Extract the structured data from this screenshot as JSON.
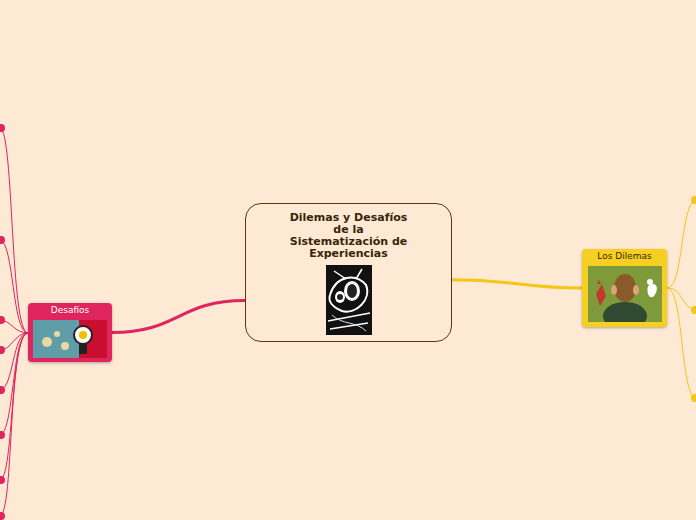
{
  "diagram": {
    "nodes": [
      {
        "text": [
          "Dilemas y Desafíos de la Sistematización de Experiencias"
        ]
      },
      {
        "text": [
          "Desafíos"
        ]
      },
      {
        "text": [
          "Los Dilemas"
        ]
      }
    ],
    "edges": [
      {
        "from": 0,
        "to": 1,
        "arrow": "none"
      },
      {
        "from": 0,
        "to": 2,
        "arrow": "none"
      }
    ]
  }
}
